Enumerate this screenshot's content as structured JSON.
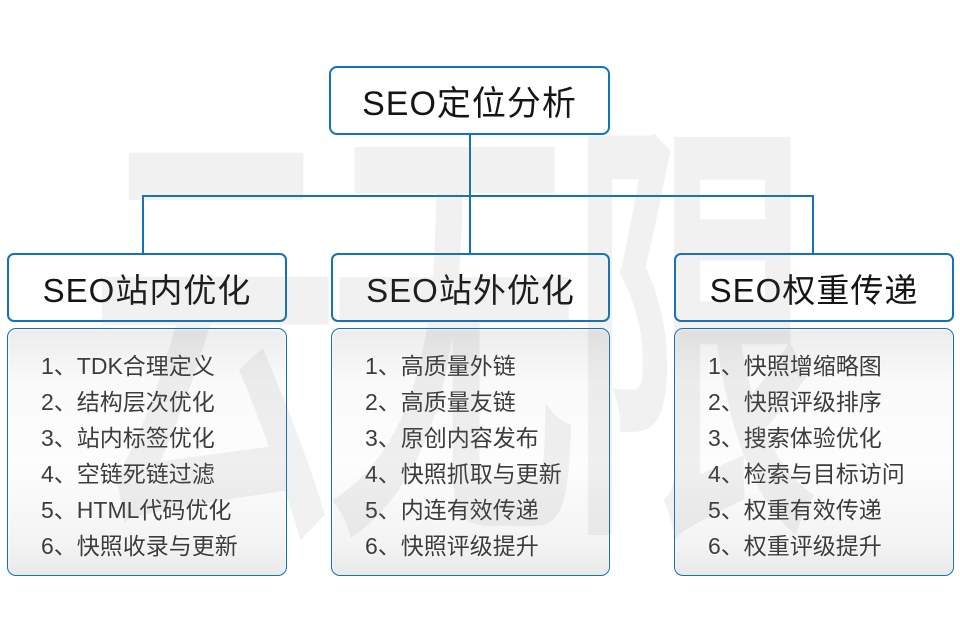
{
  "diagram": {
    "root": {
      "title": "SEO定位分析"
    },
    "columns": [
      {
        "title": "SEO站内优化",
        "items": [
          "1、TDK合理定义",
          "2、结构层次优化",
          "3、站内标签优化",
          "4、空链死链过滤",
          "5、HTML代码优化",
          "6、快照收录与更新"
        ]
      },
      {
        "title": "SEO站外优化",
        "items": [
          "1、高质量外链",
          "2、高质量友链",
          "3、原创内容发布",
          "4、快照抓取与更新",
          "5、内连有效传递",
          "6、快照评级提升"
        ]
      },
      {
        "title": "SEO权重传递",
        "items": [
          "1、快照增缩略图",
          "2、快照评级排序",
          "3、搜索体验优化",
          "4、检索与目标访问",
          "5、权重有效传递",
          "6、权重评级提升"
        ]
      }
    ],
    "watermark": "云无限",
    "colors": {
      "line": "#1272bd"
    }
  }
}
